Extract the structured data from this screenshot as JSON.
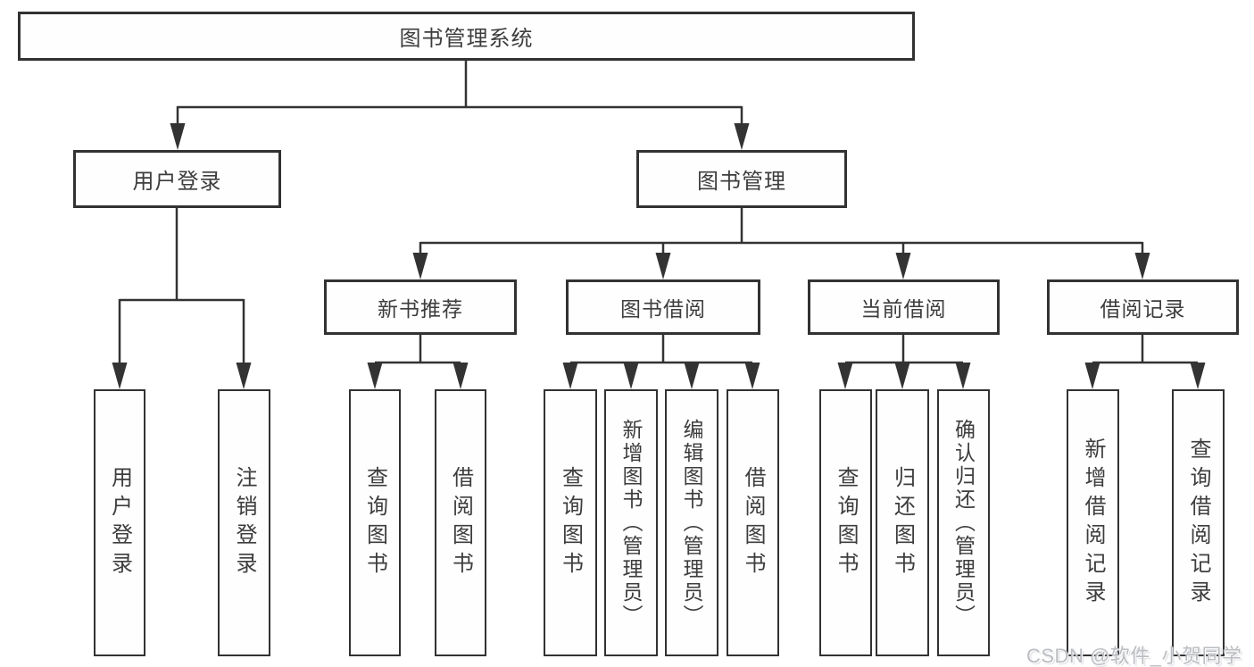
{
  "diagram": {
    "root": {
      "label": "图书管理系统"
    },
    "branches": [
      {
        "label": "用户登录",
        "children": [
          {
            "label": "用户登录"
          },
          {
            "label": "注销登录"
          }
        ]
      },
      {
        "label": "图书管理",
        "modules": [
          {
            "label": "新书推荐",
            "children": [
              {
                "label": "查询图书"
              },
              {
                "label": "借阅图书"
              }
            ]
          },
          {
            "label": "图书借阅",
            "children": [
              {
                "label": "查询图书"
              },
              {
                "label": "新增图书（管理员）"
              },
              {
                "label": "编辑图书（管理员）"
              },
              {
                "label": "借阅图书"
              }
            ]
          },
          {
            "label": "当前借阅",
            "children": [
              {
                "label": "查询图书"
              },
              {
                "label": "归还图书"
              },
              {
                "label": "确认归还（管理员）"
              }
            ]
          },
          {
            "label": "借阅记录",
            "children": [
              {
                "label": "新增借阅记录"
              },
              {
                "label": "查询借阅记录"
              }
            ]
          }
        ]
      }
    ]
  },
  "watermark": {
    "text": "CSDN @软件_小贺同学"
  },
  "colors": {
    "line": "#333333",
    "border": "#2e2e2e",
    "text": "#3d3d3d",
    "watermark": "#b6b9be",
    "background": "#ffffff"
  }
}
